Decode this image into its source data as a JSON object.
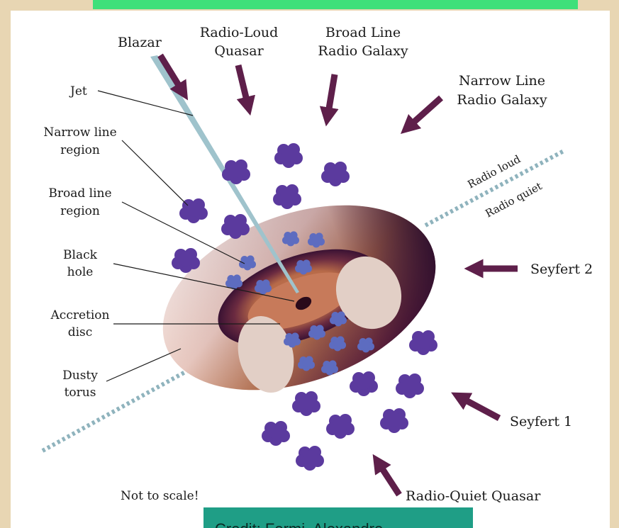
{
  "labels": {
    "blazar": "Blazar",
    "radio_loud_quasar": [
      "Radio-Loud",
      "Quasar"
    ],
    "broad_line_radio_galaxy": [
      "Broad Line",
      "Radio Galaxy"
    ],
    "narrow_line_radio_galaxy": [
      "Narrow Line",
      "Radio Galaxy"
    ],
    "jet": "Jet",
    "narrow_line_region": [
      "Narrow line",
      "region"
    ],
    "broad_line_region": [
      "Broad line",
      "region"
    ],
    "black_hole": [
      "Black",
      "hole"
    ],
    "accretion_disc": [
      "Accretion",
      "disc"
    ],
    "dusty_torus": [
      "Dusty",
      "torus"
    ],
    "radio_loud": "Radio loud",
    "radio_quiet": "Radio quiet",
    "seyfert_2": "Seyfert 2",
    "seyfert_1": "Seyfert 1",
    "radio_quiet_quasar": "Radio-Quiet Quasar",
    "not_to_scale": "Not to scale!"
  },
  "credit": "Credit: Fermi, Alexandre",
  "colors": {
    "background": "#e8d6b3",
    "panel": "#ffffff",
    "arrow": "#5e1f4a",
    "cloud_large": "#5b3a9e",
    "cloud_small": "#5d6cc0",
    "jet": "#9fc3cc",
    "dotted_axis": "#8fb3bd",
    "torus_inner": "#8a4a2a",
    "disc": "#c77a5a",
    "credit_box": "#1f9e86",
    "top_bar": "#3fe07a"
  }
}
